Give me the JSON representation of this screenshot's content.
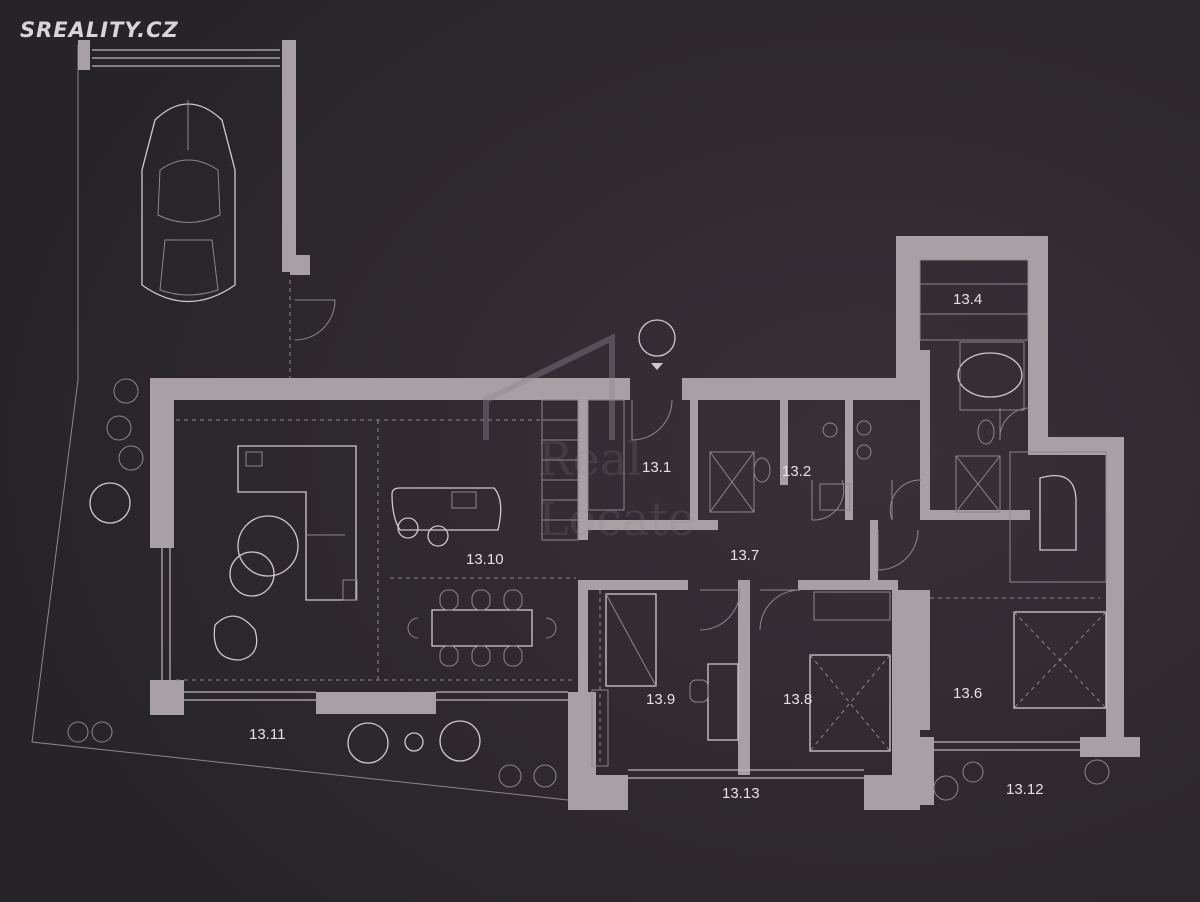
{
  "logo": {
    "text": "SREALITY.CZ"
  },
  "watermark": {
    "line1": "Real",
    "line2": "Locate"
  },
  "rooms": {
    "r13_1": "13.1",
    "r13_2": "13.2",
    "r13_4": "13.4",
    "r13_6": "13.6",
    "r13_7": "13.7",
    "r13_8": "13.8",
    "r13_9": "13.9",
    "r13_10": "13.10",
    "r13_11": "13.11",
    "r13_12": "13.12",
    "r13_13": "13.13"
  },
  "colors": {
    "background": "#2a262c",
    "wall": "#a7a0a5",
    "line": "#bdb6bb",
    "label": "#e6e1e5"
  }
}
